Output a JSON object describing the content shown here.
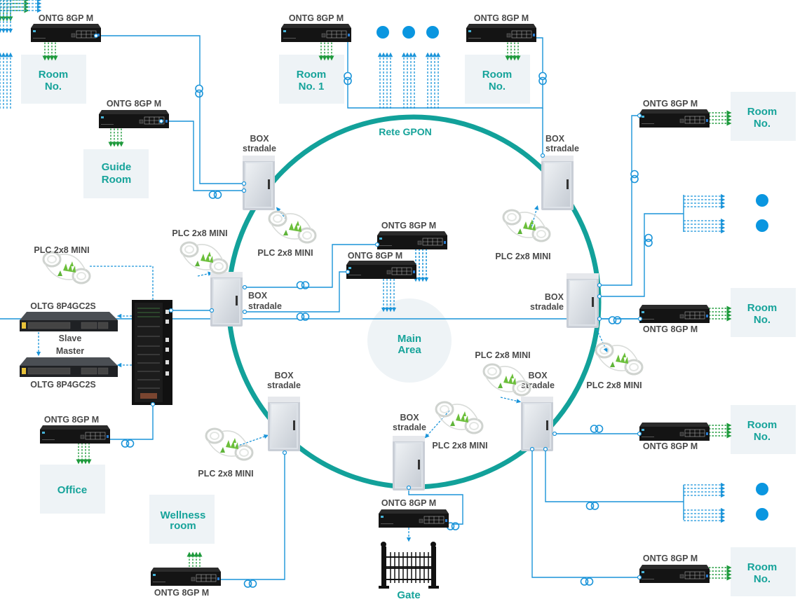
{
  "diagram": {
    "ring_label": "Rete GPON",
    "colors": {
      "ring": "#12a19a",
      "fiber": "#1a94d9",
      "room_text": "#16a39a",
      "room_bg": "#eef3f6",
      "ethernet": "#1e9a3c",
      "device_label": "#4a4a4a",
      "endpoint": "#0a96e0"
    },
    "devices": {
      "ont": "ONTG 8GP M",
      "olt": "OLTG 8P4GC2S",
      "box_line1": "BOX",
      "box_line2": "stradale",
      "splitter": "PLC 2x8 MINI",
      "slave": "Slave",
      "master": "Master"
    },
    "rooms": {
      "room_no": "Room",
      "room_no_2": "No.",
      "room1_a": "Room",
      "room1_b": "No. 1",
      "guide_a": "Guide",
      "guide_b": "Room",
      "office": "Office",
      "wellness_a": "Wellness",
      "wellness_b": "room",
      "main_a": "Main",
      "main_b": "Area",
      "gate": "Gate"
    },
    "icons": [
      "ont-switch-icon",
      "olt-switch-icon",
      "street-box-icon",
      "splitter-icon",
      "rack-icon",
      "gate-icon",
      "fiber-coil-icon",
      "endpoint-dot-icon"
    ]
  }
}
